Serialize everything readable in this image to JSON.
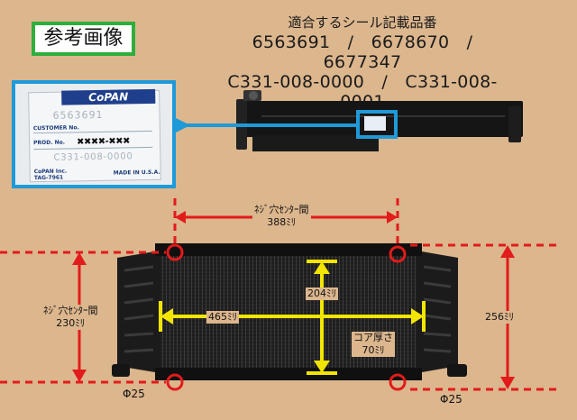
{
  "reference_badge": "参考画像",
  "compatibility": {
    "heading": "適合するシール記載品番",
    "line1": "6563691　/　6678670　/　6677347",
    "line2": "C331-008-0000　/　C331-008-0001"
  },
  "label_card": {
    "brand": "CoPAN",
    "number": "6563691",
    "customer_label": "CUSTOMER No.",
    "prod_label": "PROD. No.",
    "prod_value": "✖✖✖✖-✖✖✖",
    "part_number": "C331-008-0000",
    "maker": "CoPAN Inc.",
    "maker_sub": "TAG-7961",
    "made_in": "MADE IN U.S.A."
  },
  "dimensions": {
    "top_bolt_spacing_label": "ﾈｼﾞ穴ｾﾝﾀｰ間",
    "top_bolt_spacing_value": "388ﾐﾘ",
    "side_bolt_spacing_label": "ﾈｼﾞ穴ｾﾝﾀｰ間",
    "side_bolt_spacing_value": "230ﾐﾘ",
    "core_height": "204ﾐﾘ",
    "core_width": "465ﾐﾘ",
    "core_thickness_label": "コア厚さ",
    "core_thickness_value": "70ﾐﾘ",
    "overall_height": "256ﾐﾘ",
    "pipe_left": "Φ25",
    "pipe_right": "Φ25"
  },
  "colors": {
    "background": "#dcb68d",
    "badge_border": "#2eae3c",
    "highlight_blue": "#1e9ad9",
    "dimension_red": "#e21b1b",
    "core_yellow": "#f2e600"
  }
}
